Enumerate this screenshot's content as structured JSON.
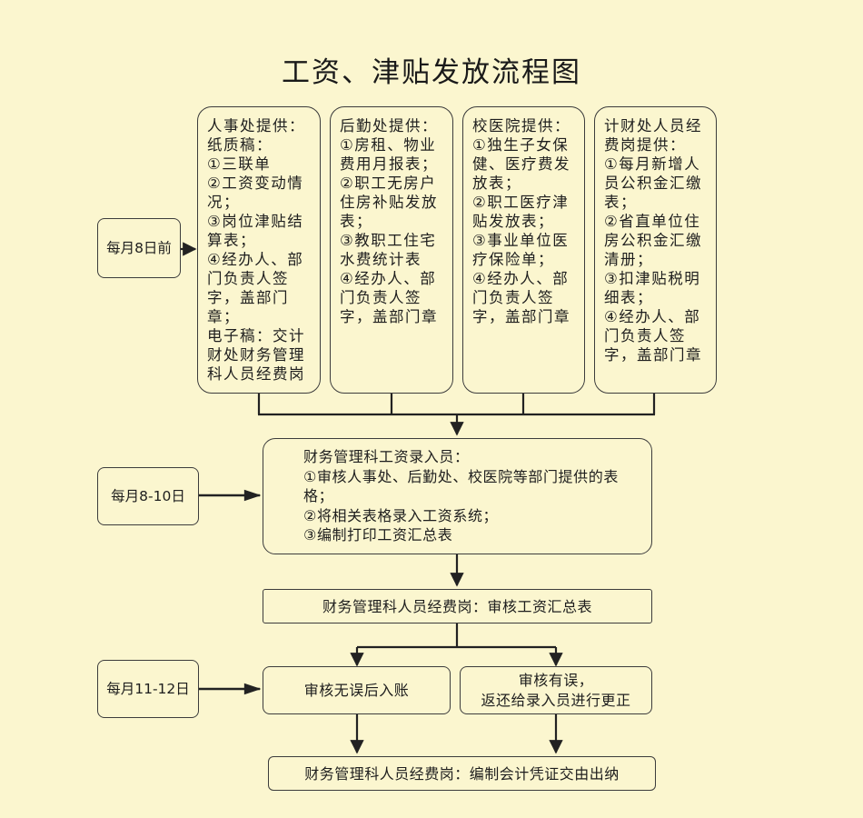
{
  "title": "工资、津贴发放流程图",
  "sources": [
    {
      "text": "人事处提供：\n纸质稿：\n①三联单\n②工资变动情况；\n③岗位津贴结算表；\n④经办人、部门负责人签字，盖部门章；\n电子稿：交计财处财务管理科人员经费岗"
    },
    {
      "text": "后勤处提供：\n①房租、物业费用月报表；\n②职工无房户住房补贴发放表；\n③教职工住宅水费统计表\n④经办人、部门负责人签字，盖部门章"
    },
    {
      "text": "校医院提供：\n①独生子女保健、医疗费发放表；\n②职工医疗津贴发放表；\n③事业单位医疗保险单；\n④经办人、部门负责人签字，盖部门章"
    },
    {
      "text": "计财处人员经费岗提供：\n①每月新增人员公积金汇缴表；\n②省直单位住房公积金汇缴清册；\n③扣津贴税明细表；\n④经办人、部门负责人签字，盖部门章"
    }
  ],
  "dates": {
    "d1": "每月8日前",
    "d2": "每月8-10日",
    "d3": "每月11-12日"
  },
  "entry": "财务管理科工资录入员：\n①审核人事处、后勤处、校医院等部门提供的表格；\n②将相关表格录入工资系统；\n③编制打印工资汇总表",
  "review": "财务管理科人员经费岗：审核工资汇总表",
  "ok": "审核无误后入账",
  "err": "审核有误，\n返还给录入员进行更正",
  "final": "财务管理科人员经费岗：编制会计凭证交由出纳"
}
